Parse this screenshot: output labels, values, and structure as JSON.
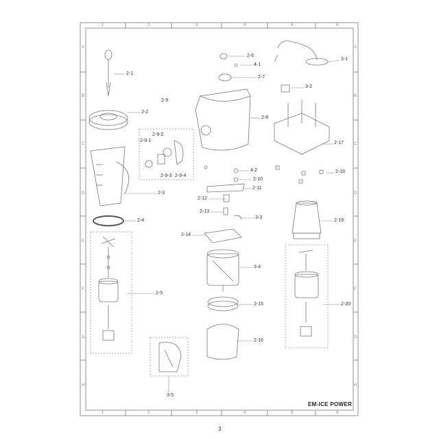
{
  "title": "EM-ICE POWER",
  "page_number": "3",
  "grid": {
    "columns": [
      "1",
      "2",
      "3",
      "4",
      "5",
      "6"
    ],
    "rows": [
      "A",
      "B",
      "C",
      "D",
      "E",
      "F",
      "G",
      "H"
    ]
  },
  "parts": {
    "p2_1": "2-1",
    "p2_2": "2-2",
    "p2_9": "2-9",
    "p2_9_1": "2-9-1",
    "p2_9_2": "2-9-2",
    "p2_9_3": "2-9-3",
    "p2_9_4": "2-9-4",
    "p2_3": "2-3",
    "p2_4": "2-4",
    "p2_5": "2-5",
    "p3_5": "3-5",
    "p2_6": "2-6",
    "p4_1": "4-1",
    "p2_7": "2-7",
    "p2_8": "2-8",
    "p4_2": "4-2",
    "p2_10": "2-10",
    "p2_11": "2-11",
    "p2_12": "2-12",
    "p2_13": "2-13",
    "p3_3": "3-3",
    "p2_14": "2-14",
    "p3_4": "3-4",
    "p2_15": "2-15",
    "p2_16": "2-16",
    "p3_1": "3-1",
    "p3_2": "3-2",
    "p2_17": "2-17",
    "p2_18": "2-18",
    "p2_19": "2-19",
    "p2_20": "2-20"
  }
}
